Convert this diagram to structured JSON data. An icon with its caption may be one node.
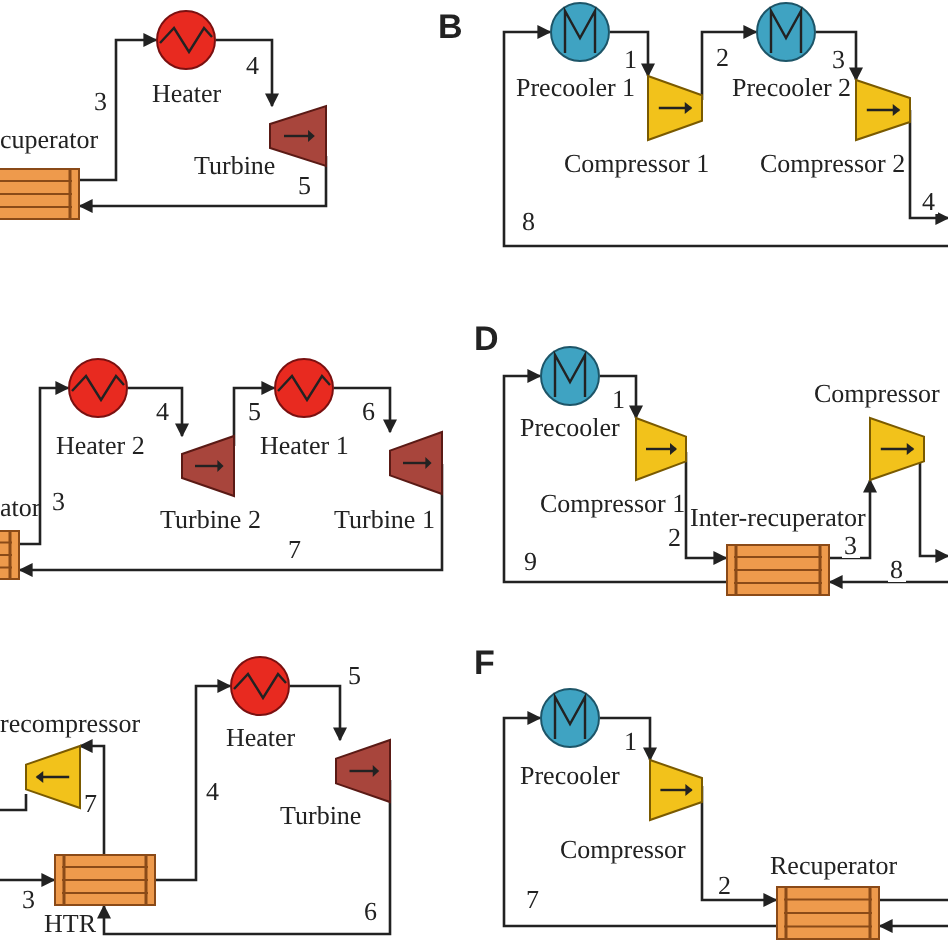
{
  "diagram": {
    "nodes": [
      {
        "text": [
          "cuperator"
        ]
      },
      {
        "text": [
          "Heater"
        ]
      },
      {
        "text": [
          "Turbine"
        ]
      },
      {
        "text": [
          "Precooler 1"
        ]
      },
      {
        "text": [
          "Compressor 1"
        ]
      },
      {
        "text": [
          "Precooler 2"
        ]
      },
      {
        "text": [
          "Compressor 2"
        ]
      },
      {
        "text": [
          "ator"
        ]
      },
      {
        "text": [
          "Heater 2"
        ]
      },
      {
        "text": [
          "Turbine 2"
        ]
      },
      {
        "text": [
          "Heater 1"
        ]
      },
      {
        "text": [
          "Turbine 1"
        ]
      },
      {
        "text": [
          "Precooler"
        ]
      },
      {
        "text": [
          "Compressor 1"
        ]
      },
      {
        "text": [
          "Inter-recuperator"
        ]
      },
      {
        "text": [
          "Compressor"
        ]
      },
      {
        "text": [
          "recompressor"
        ]
      },
      {
        "text": [
          "HTR"
        ]
      },
      {
        "text": [
          "Heater"
        ]
      },
      {
        "text": [
          "Turbine"
        ]
      },
      {
        "text": [
          "Precooler"
        ]
      },
      {
        "text": [
          "Compressor"
        ]
      },
      {
        "text": [
          "Recuperator"
        ]
      }
    ],
    "edges": [
      {
        "from": 0,
        "to": 1,
        "arrow": "to",
        "label": "3"
      },
      {
        "from": 1,
        "to": 2,
        "arrow": "to",
        "label": "4"
      },
      {
        "from": 2,
        "to": 0,
        "arrow": "to",
        "label": "5"
      },
      {
        "from": null,
        "to": 3,
        "arrow": "to",
        "label": "8"
      },
      {
        "from": 3,
        "to": 4,
        "arrow": "to",
        "label": "1"
      },
      {
        "from": 4,
        "to": 5,
        "arrow": "to",
        "label": "2"
      },
      {
        "from": 5,
        "to": 6,
        "arrow": "to",
        "label": "3"
      },
      {
        "from": 6,
        "to": null,
        "arrow": "to",
        "label": "4"
      },
      {
        "from": 7,
        "to": 8,
        "arrow": "to",
        "label": "3"
      },
      {
        "from": 8,
        "to": 9,
        "arrow": "to",
        "label": "4"
      },
      {
        "from": 9,
        "to": 10,
        "arrow": "to",
        "label": "5"
      },
      {
        "from": 10,
        "to": 11,
        "arrow": "to",
        "label": "6"
      },
      {
        "from": 11,
        "to": 7,
        "arrow": "to",
        "label": "7"
      },
      {
        "from": 14,
        "to": 12,
        "arrow": "to",
        "label": "9"
      },
      {
        "from": 12,
        "to": 13,
        "arrow": "to",
        "label": "1"
      },
      {
        "from": 13,
        "to": 14,
        "arrow": "to",
        "label": "2"
      },
      {
        "from": 14,
        "to": 15,
        "arrow": "to",
        "label": "3"
      },
      {
        "from": null,
        "to": 14,
        "arrow": "to",
        "label": "8"
      },
      {
        "from": 15,
        "to": null,
        "arrow": "to"
      },
      {
        "from": 17,
        "to": 16,
        "arrow": "to",
        "label": "7"
      },
      {
        "from": 16,
        "to": null,
        "arrow": "none"
      },
      {
        "from": null,
        "to": 17,
        "arrow": "to",
        "label": "3"
      },
      {
        "from": 17,
        "to": 18,
        "arrow": "to",
        "label": "4"
      },
      {
        "from": 18,
        "to": 19,
        "arrow": "to",
        "label": "5"
      },
      {
        "from": 19,
        "to": 17,
        "arrow": "to",
        "label": "6"
      },
      {
        "from": 20,
        "to": 21,
        "arrow": "to",
        "label": "1"
      },
      {
        "from": 21,
        "to": 22,
        "arrow": "to",
        "label": "2"
      },
      {
        "from": 22,
        "to": null,
        "arrow": "none"
      },
      {
        "from": null,
        "to": 22,
        "arrow": "to"
      },
      {
        "from": 22,
        "to": 20,
        "arrow": "to",
        "label": "7"
      }
    ],
    "labels": [
      "B",
      "D",
      "F"
    ]
  }
}
